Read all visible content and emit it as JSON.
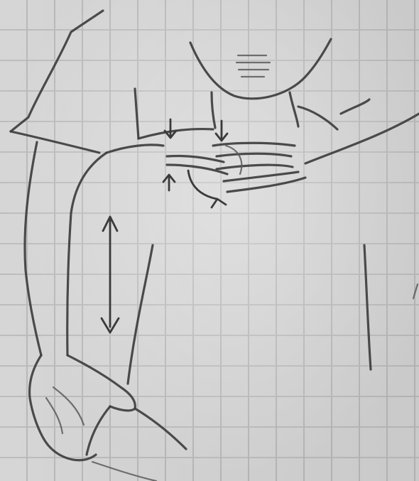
{
  "sheet": {
    "paper": "grid-paper",
    "medium": "pencil",
    "paper_color": "#d6d6d6",
    "grid_color": "#b9b9b9",
    "line_color": "#3e3e3e"
  },
  "sketch": {
    "subject": "pencil-sketch-of-arm-and-hand-on-shoulder",
    "icons": [
      "vertical-double-arrow-icon",
      "down-arrow-icon",
      "up-arrow-icon",
      "curved-arrow-icon"
    ]
  }
}
